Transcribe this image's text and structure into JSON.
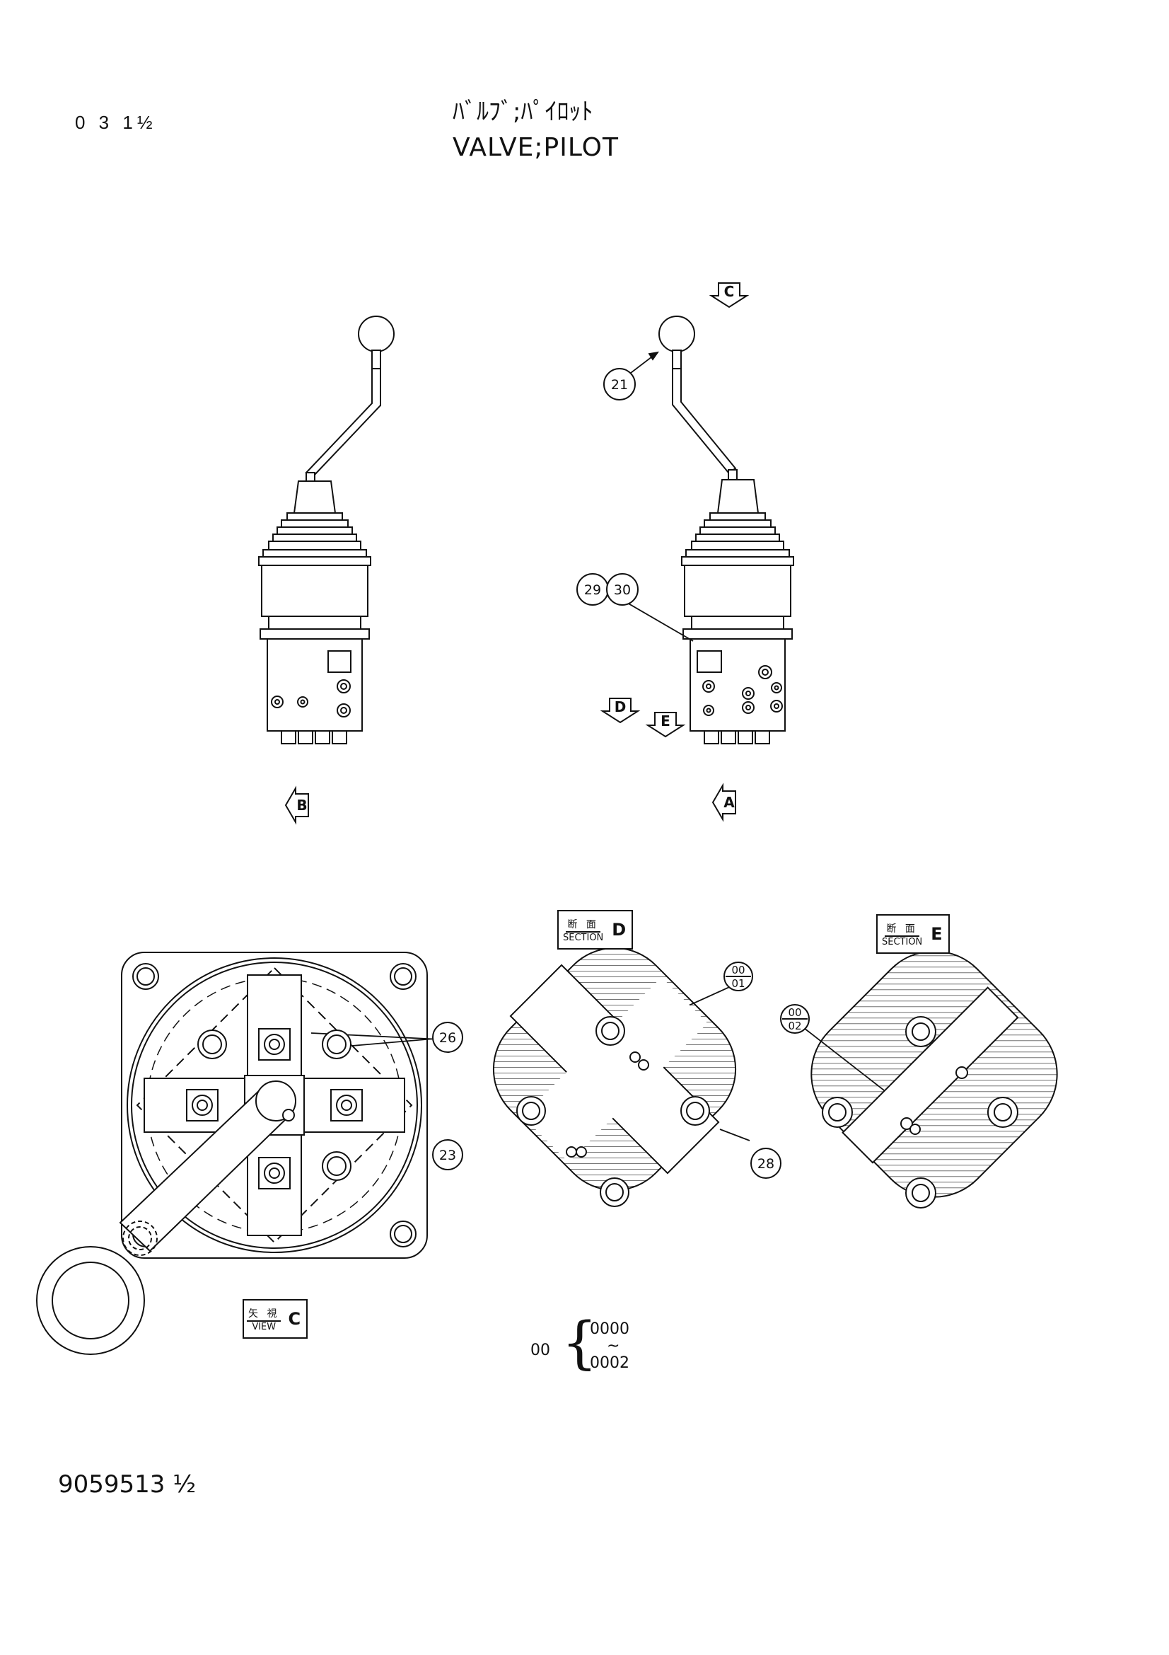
{
  "header": {
    "page_no": "0 3 1½",
    "title_jp": "ﾊﾞﾙﾌﾞ;ﾊﾟｲﾛｯﾄ",
    "title_en": "VALVE;PILOT"
  },
  "view_arrows": {
    "a": "A",
    "b": "B",
    "c": "C",
    "d": "D",
    "e": "E"
  },
  "callouts": {
    "c21": "21",
    "c29": "29",
    "c30": "30",
    "c26": "26",
    "c23": "23",
    "c28": "28",
    "c00_01_top": "00",
    "c00_01_bot": "01",
    "c00_02_top": "00",
    "c00_02_bot": "02"
  },
  "tags": {
    "view_c": {
      "jp": "矢 視",
      "en": "VIEW",
      "letter": "C"
    },
    "section_d": {
      "jp": "断 面",
      "en": "SECTION",
      "letter": "D"
    },
    "section_e": {
      "jp": "断 面",
      "en": "SECTION",
      "letter": "E"
    }
  },
  "range_note": {
    "key": "00",
    "from": "0000",
    "tilde": "~",
    "to": "0002"
  },
  "footer": {
    "drawing_no": "9059513 ½"
  }
}
